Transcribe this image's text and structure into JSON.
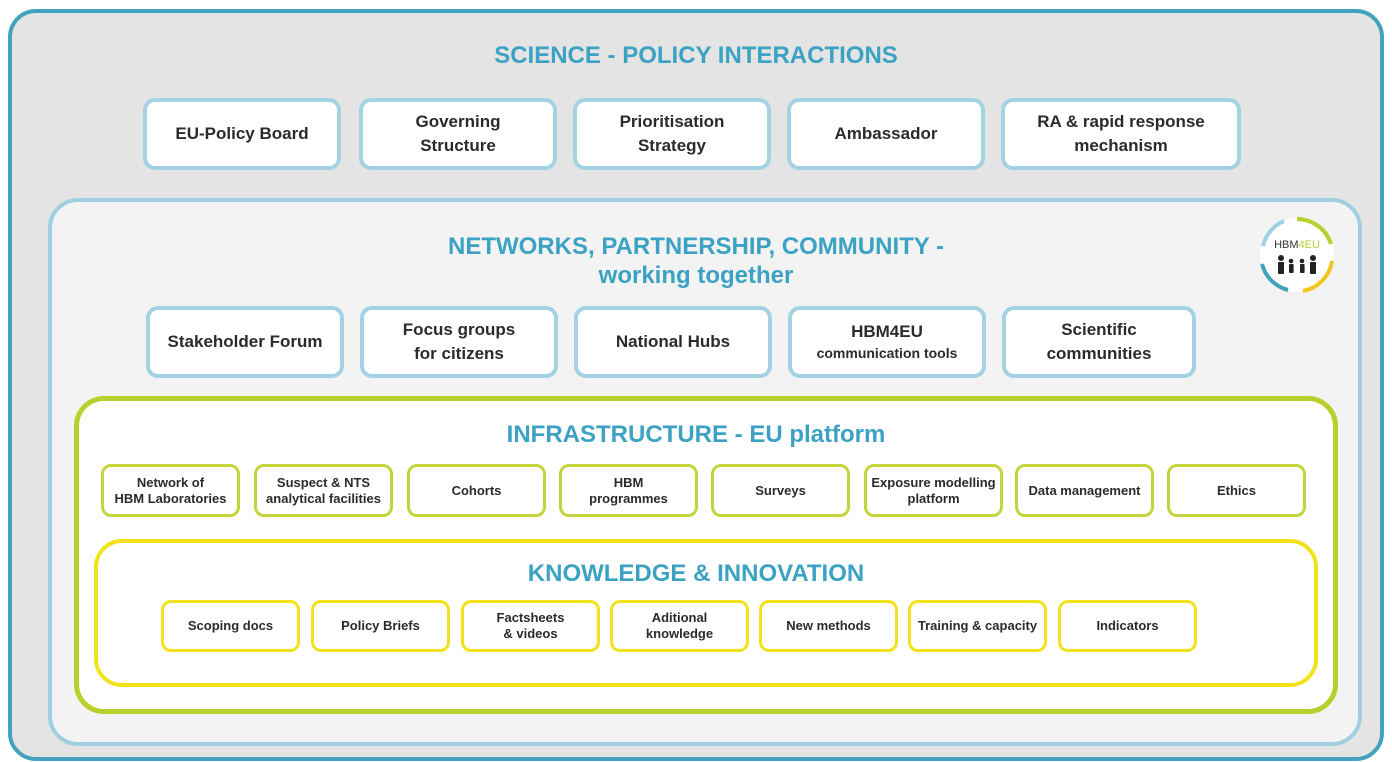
{
  "colors": {
    "outer_border": "#41a3bd",
    "outer_fill": "#e4e4e4",
    "network_border": "#9fd0e0",
    "infrastructure_border": "#b8cf2c",
    "knowledge_border": "#f2e21c",
    "title_text": "#3ba2c4",
    "logo_accent": "#b8cf2c"
  },
  "science": {
    "title": "SCIENCE - POLICY INTERACTIONS",
    "items": [
      "EU-Policy Board",
      "Governing\nStructure",
      "Prioritisation\nStrategy",
      "Ambassador",
      "RA & rapid response\nmechanism"
    ]
  },
  "network": {
    "title_line1": "NETWORKS, PARTNERSHIP, COMMUNITY -",
    "title_line2": "working together",
    "items": [
      "Stakeholder Forum",
      "Focus groups\nfor citizens",
      "National Hubs",
      "Scientific\ncommunities"
    ],
    "hbm4eu_item": {
      "line1": "HBM4EU",
      "line2": "communication tools"
    }
  },
  "infrastructure": {
    "title": "INFRASTRUCTURE - EU platform",
    "items": [
      "Network of\nHBM Laboratories",
      "Suspect & NTS\nanalytical facilities",
      "Cohorts",
      "HBM\nprogrammes",
      "Surveys",
      "Exposure modelling\nplatform",
      "Data management",
      "Ethics"
    ]
  },
  "knowledge": {
    "title": "KNOWLEDGE & INNOVATION",
    "items": [
      "Scoping docs",
      "Policy Briefs",
      "Factsheets\n& videos",
      "Aditional\nknowledge",
      "New methods",
      "Training & capacity",
      "Indicators"
    ]
  },
  "logo": {
    "text_a": "HBM",
    "text_b": "4EU",
    "icon": "family-icon"
  }
}
